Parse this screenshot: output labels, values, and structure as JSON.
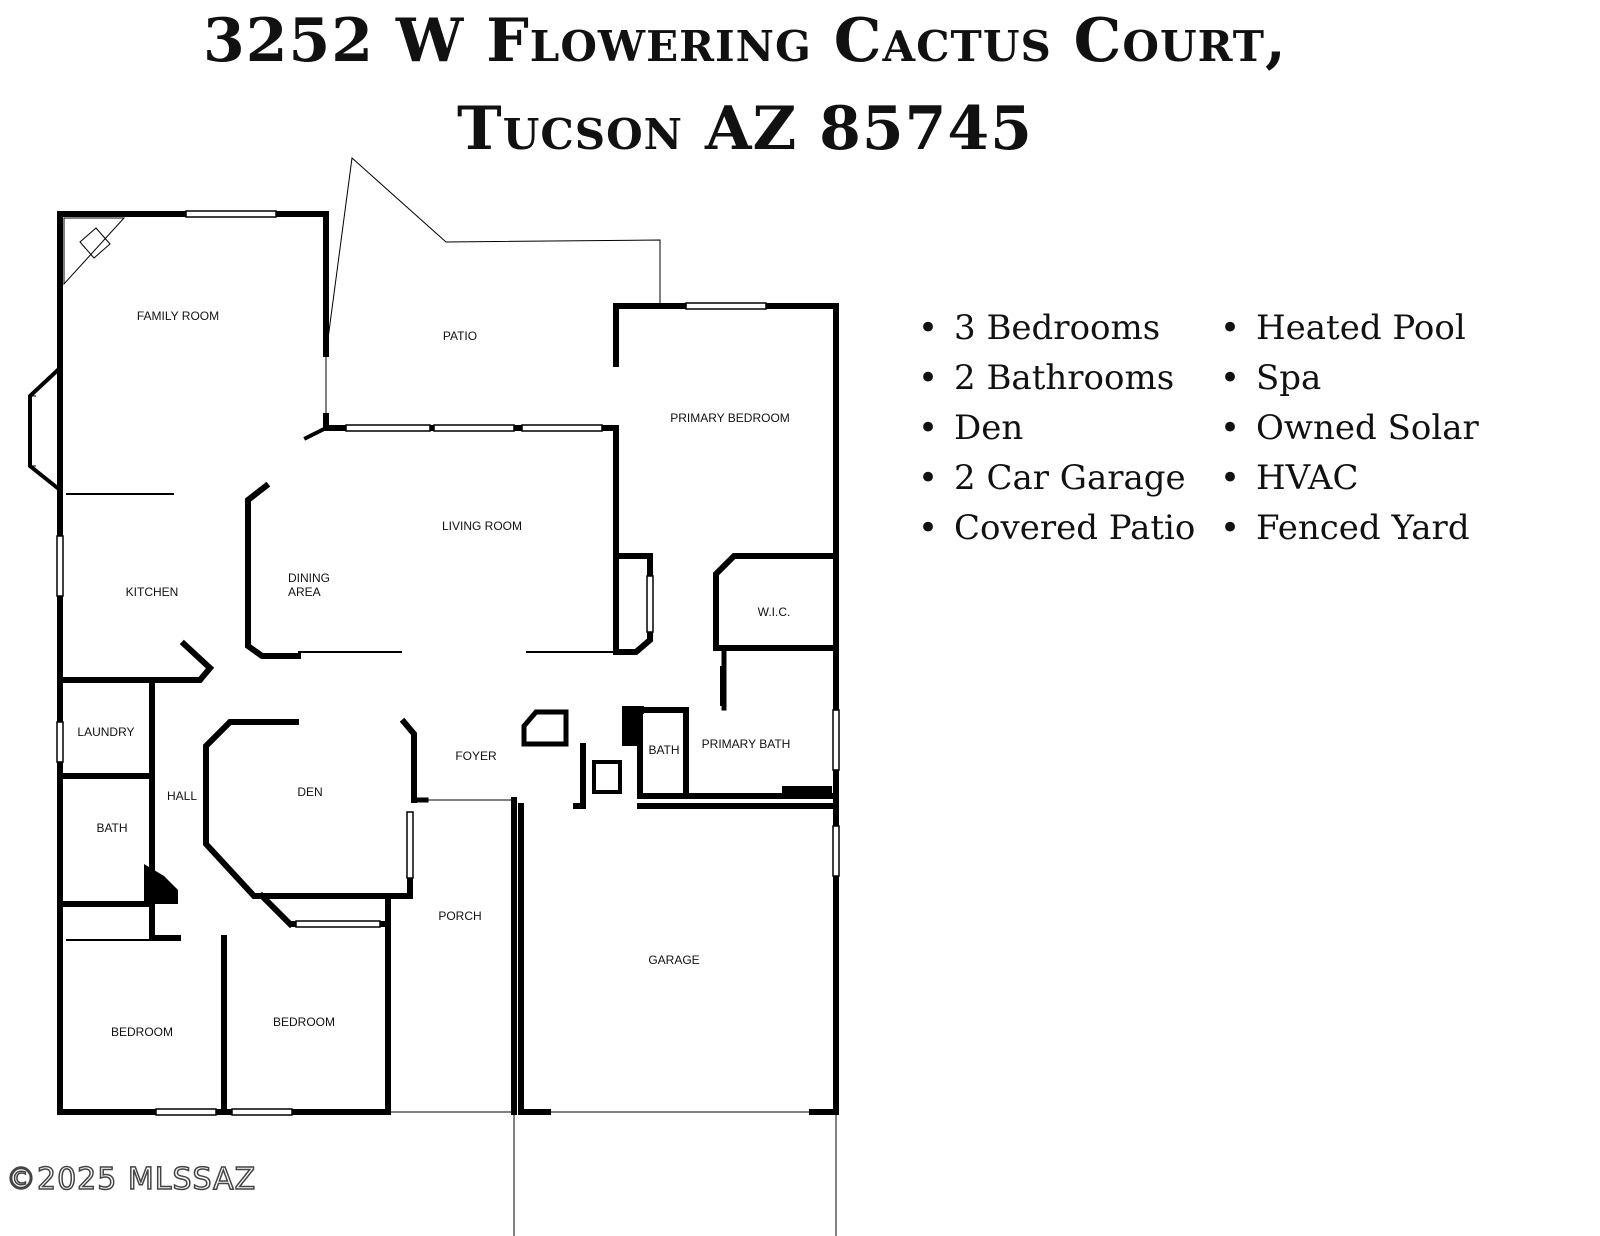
{
  "title": {
    "line1": "3252 W Flowering Cactus Court,",
    "line2": "Tucson AZ 85745"
  },
  "rooms": {
    "family_room": "FAMILY ROOM",
    "patio": "PATIO",
    "primary_bedroom": "PRIMARY BEDROOM",
    "living_room": "LIVING ROOM",
    "dining_area_1": "DINING",
    "dining_area_2": "AREA",
    "kitchen": "KITCHEN",
    "wic": "W.I.C.",
    "laundry": "LAUNDRY",
    "foyer": "FOYER",
    "bath_small": "BATH",
    "primary_bath": "PRIMARY BATH",
    "hall": "HALL",
    "den": "DEN",
    "bath_hall": "BATH",
    "porch": "PORCH",
    "garage": "GARAGE",
    "bedroom_1": "BEDROOM",
    "bedroom_2": "BEDROOM"
  },
  "features": {
    "col1": [
      "3 Bedrooms",
      "2 Bathrooms",
      "Den",
      "2 Car Garage",
      "Covered Patio"
    ],
    "col2": [
      "Heated Pool",
      "Spa",
      "Owned Solar",
      "HVAC",
      "Fenced Yard"
    ]
  },
  "copyright": "©2025 MLSSAZ"
}
